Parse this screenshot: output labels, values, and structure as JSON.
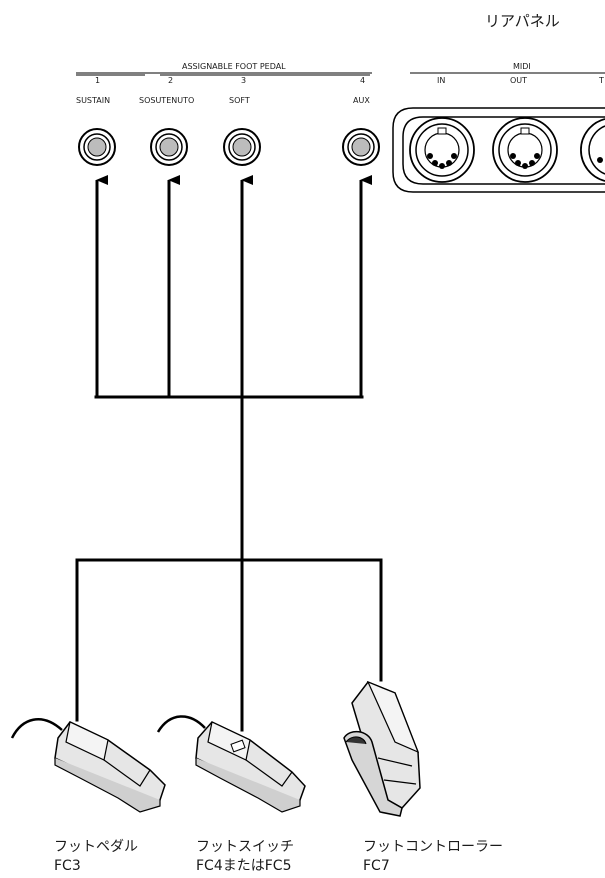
{
  "panel_title": "リアパネル",
  "assignable": {
    "heading": "ASSIGNABLE FOOT PEDAL",
    "jacks": [
      {
        "number": "1",
        "label": "SUSTAIN"
      },
      {
        "number": "2",
        "label": "SOSUTENUTO"
      },
      {
        "number": "3",
        "label": "SOFT"
      },
      {
        "number": "4",
        "label": "AUX"
      }
    ]
  },
  "midi": {
    "heading": "MIDI",
    "ports": [
      "IN",
      "OUT"
    ],
    "third_port_partial": "T"
  },
  "pedals": [
    {
      "name": "フットペダル",
      "model": "FC3"
    },
    {
      "name": "フットスイッチ",
      "model": "FC4またはFC5"
    },
    {
      "name": "フットコントローラー",
      "model": "FC7"
    }
  ],
  "colors": {
    "line": "#000000",
    "jack_fill": "#bcbcbc",
    "pedal_fill": "#e6e6e6"
  }
}
